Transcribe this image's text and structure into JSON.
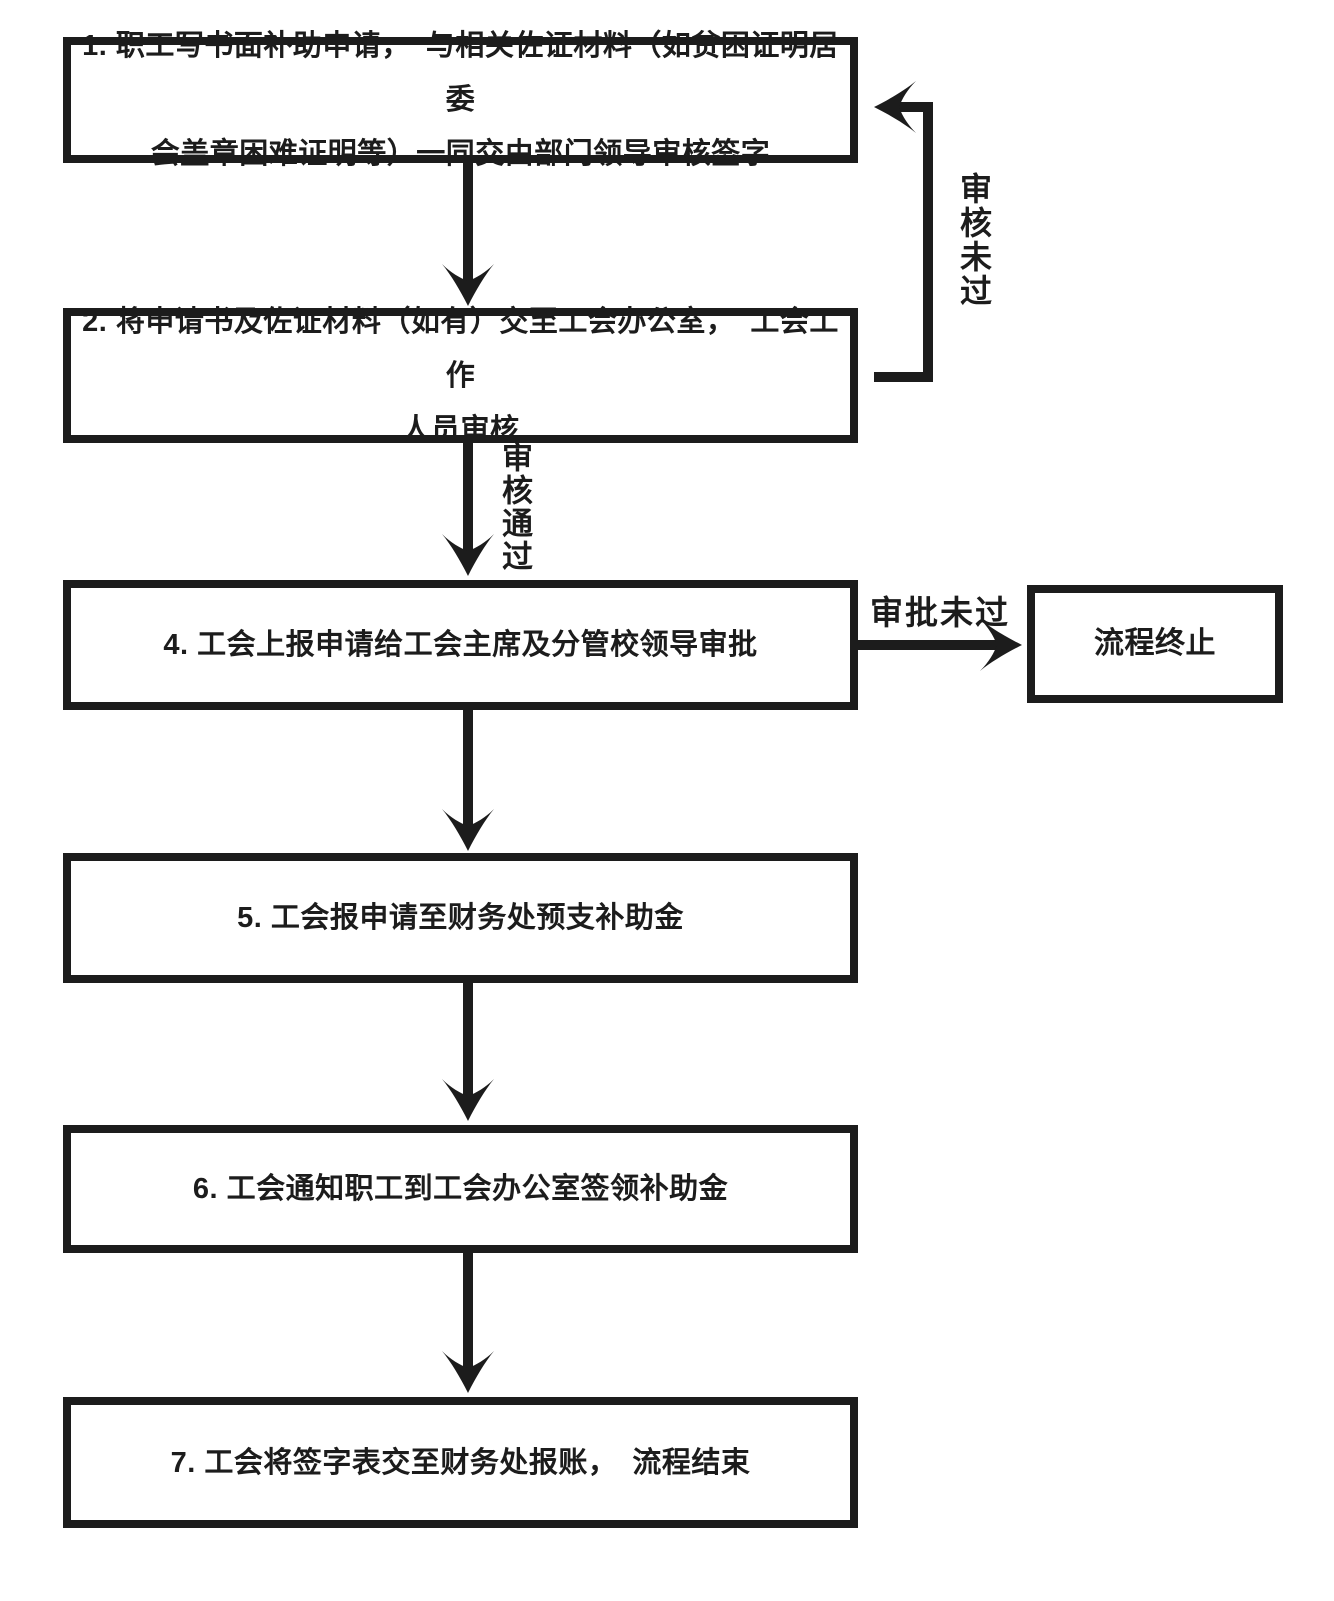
{
  "diagram": {
    "type": "flowchart",
    "colors": {
      "ink": "#1c1c1c",
      "background": "#ffffff"
    },
    "nodes": {
      "step1": {
        "lines": [
          "1. 职工写书面补助申请，　与相关佐证材料（如贫困证明居委",
          "会盖章困难证明等）一同交由部门领导审核签字"
        ]
      },
      "step2": {
        "lines": [
          "2. 将申请书及佐证材料（如有）交至工会办公室，　工会工作",
          "人员审核"
        ]
      },
      "step4": {
        "label": "4. 工会上报申请给工会主席及分管校领导审批"
      },
      "step5": {
        "label": "5. 工会报申请至财务处预支补助金"
      },
      "step6": {
        "label": "6. 工会通知职工到工会办公室签领补助金"
      },
      "step7": {
        "label": "7. 工会将签字表交至财务处报账，　流程结束"
      },
      "terminate": {
        "label": "流程终止"
      }
    },
    "edges": [
      {
        "from": "step1",
        "to": "step2",
        "label": ""
      },
      {
        "from": "step2",
        "to": "step1",
        "label": "审核未过"
      },
      {
        "from": "step2",
        "to": "step4",
        "label": "审核通过"
      },
      {
        "from": "step4",
        "to": "terminate",
        "label": "审批未过"
      },
      {
        "from": "step4",
        "to": "step5",
        "label": ""
      },
      {
        "from": "step5",
        "to": "step6",
        "label": ""
      },
      {
        "from": "step6",
        "to": "step7",
        "label": ""
      }
    ]
  }
}
